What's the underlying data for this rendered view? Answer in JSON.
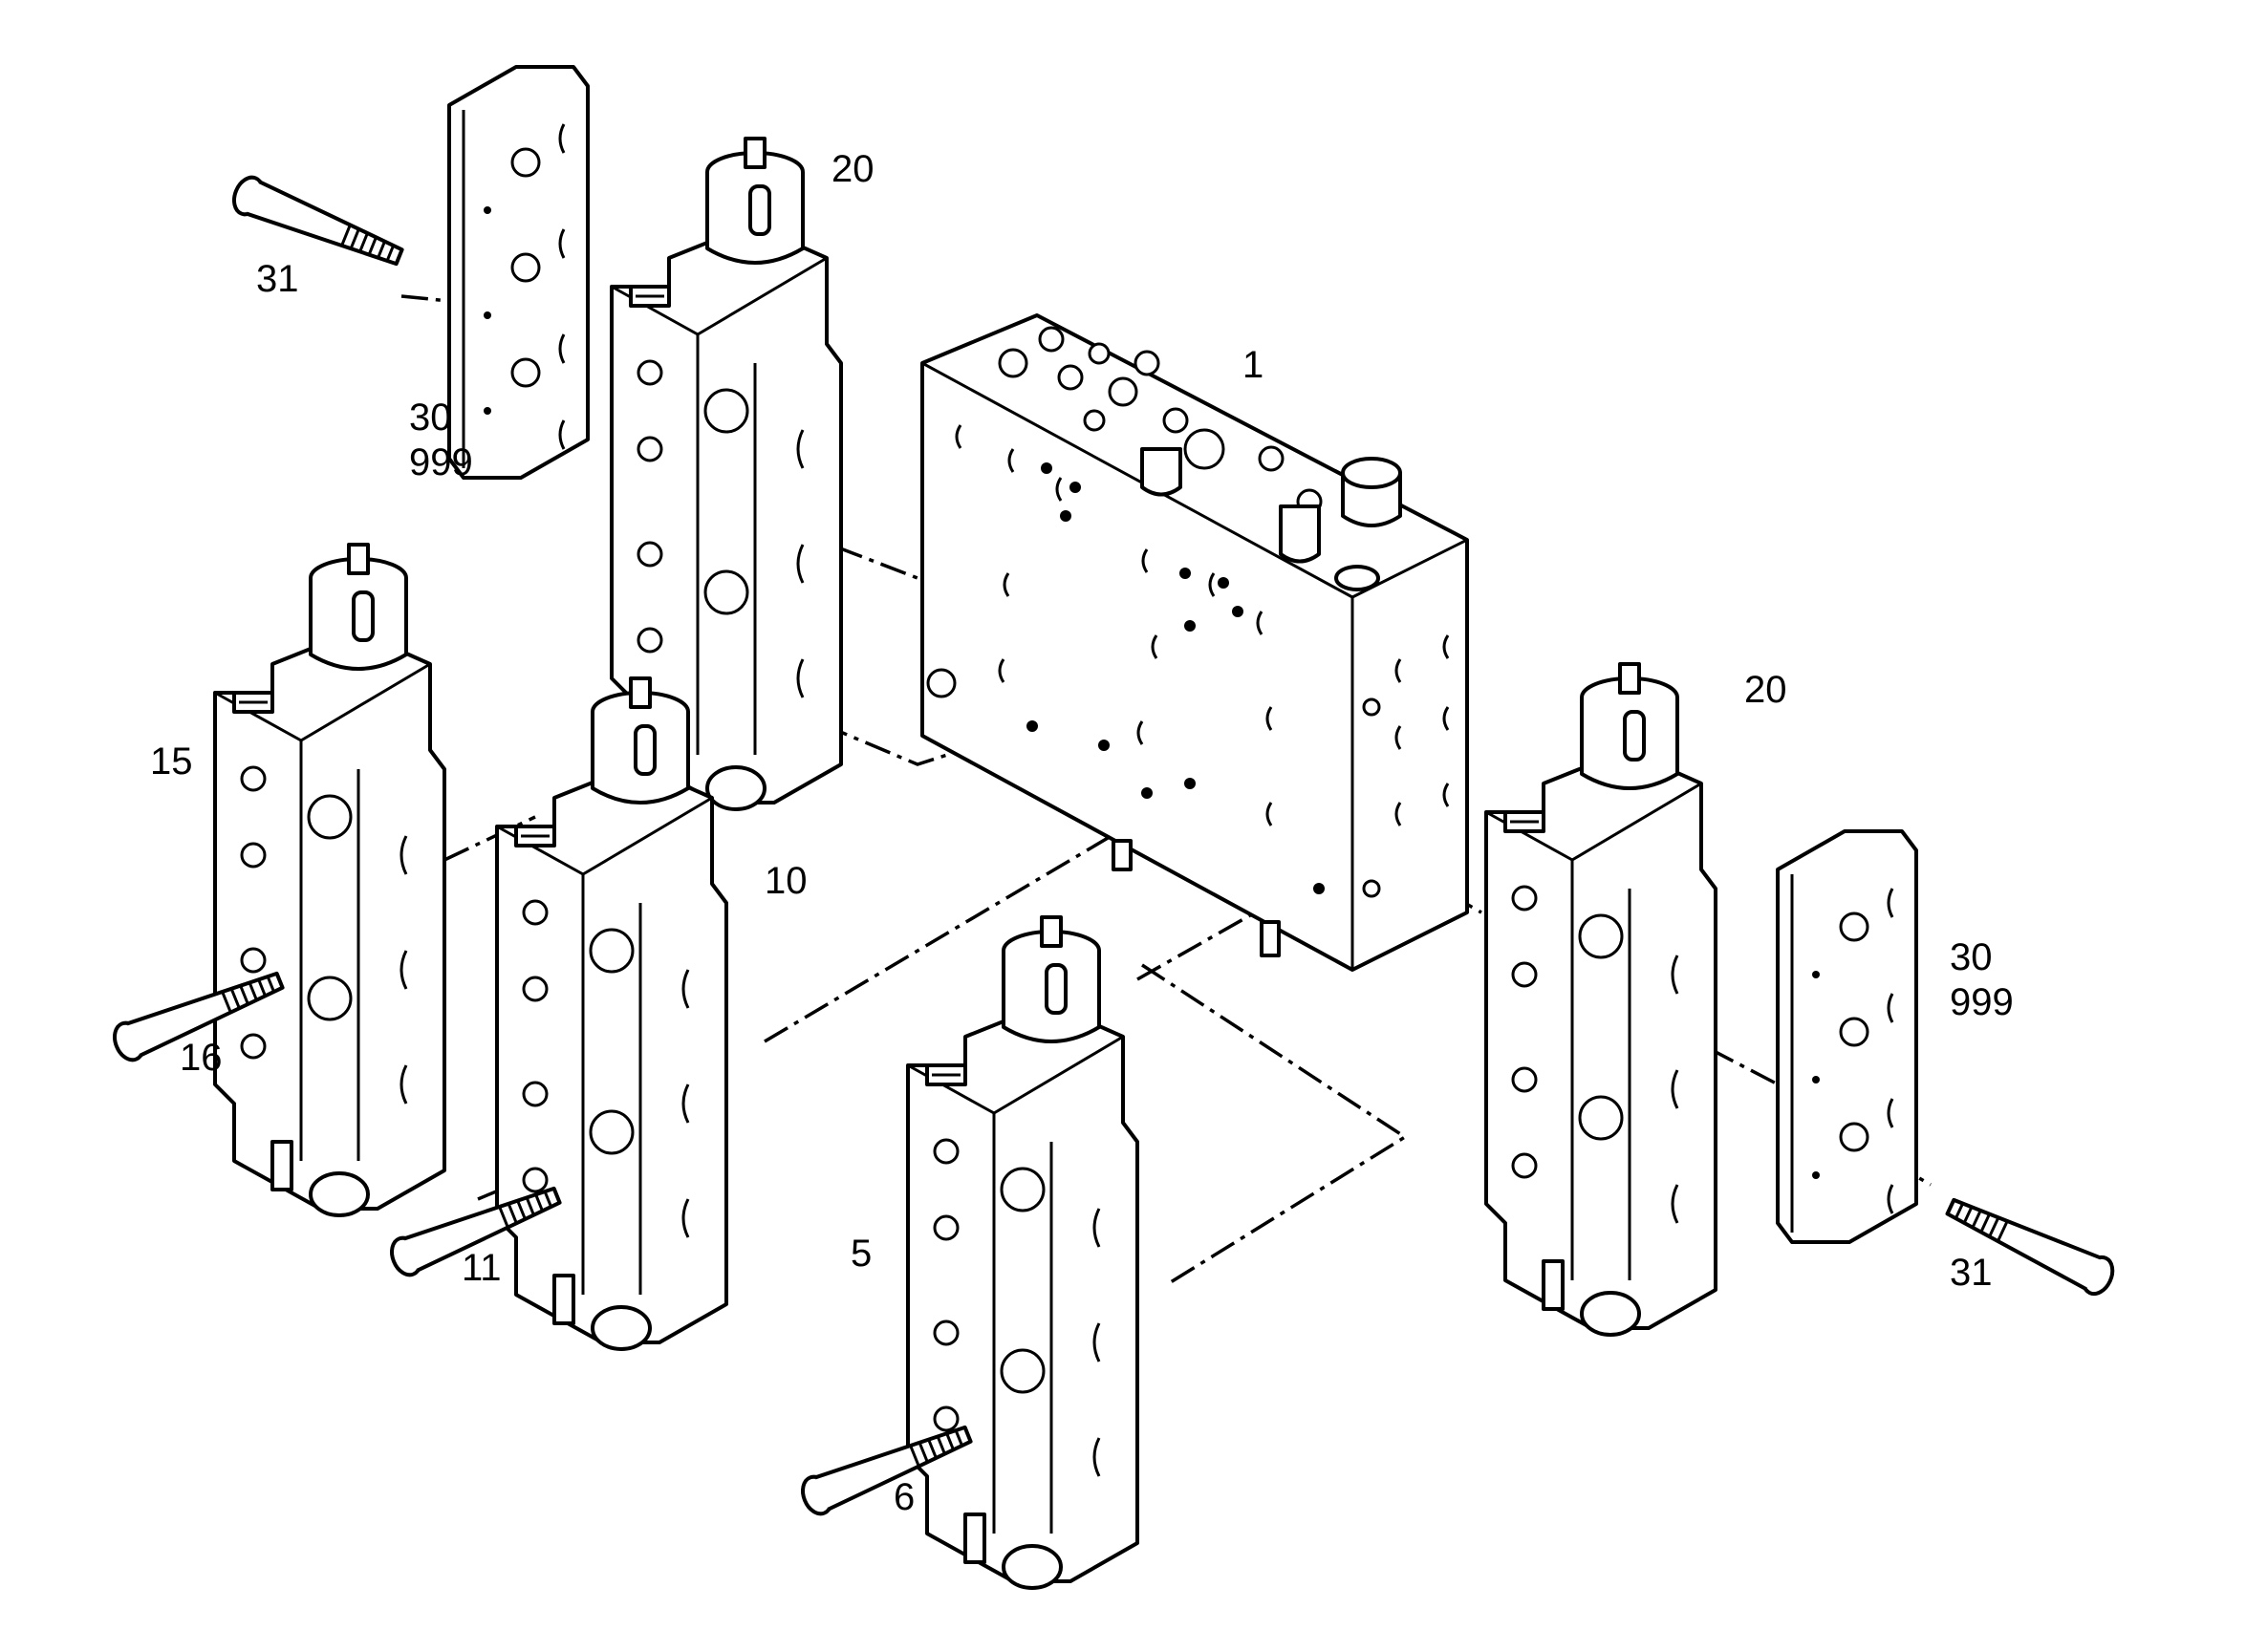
{
  "callouts": [
    {
      "id": "c1",
      "text": "1"
    },
    {
      "id": "c5",
      "text": "5"
    },
    {
      "id": "c6",
      "text": "6"
    },
    {
      "id": "c10",
      "text": "10"
    },
    {
      "id": "c11",
      "text": "11"
    },
    {
      "id": "c15",
      "text": "15"
    },
    {
      "id": "c16",
      "text": "16"
    },
    {
      "id": "c20a",
      "text": "20"
    },
    {
      "id": "c20b",
      "text": "20"
    },
    {
      "id": "c30a",
      "text": "30"
    },
    {
      "id": "c999a",
      "text": "999"
    },
    {
      "id": "c30b",
      "text": "30"
    },
    {
      "id": "c999b",
      "text": "999"
    },
    {
      "id": "c31a",
      "text": "31"
    },
    {
      "id": "c31b",
      "text": "31"
    }
  ]
}
